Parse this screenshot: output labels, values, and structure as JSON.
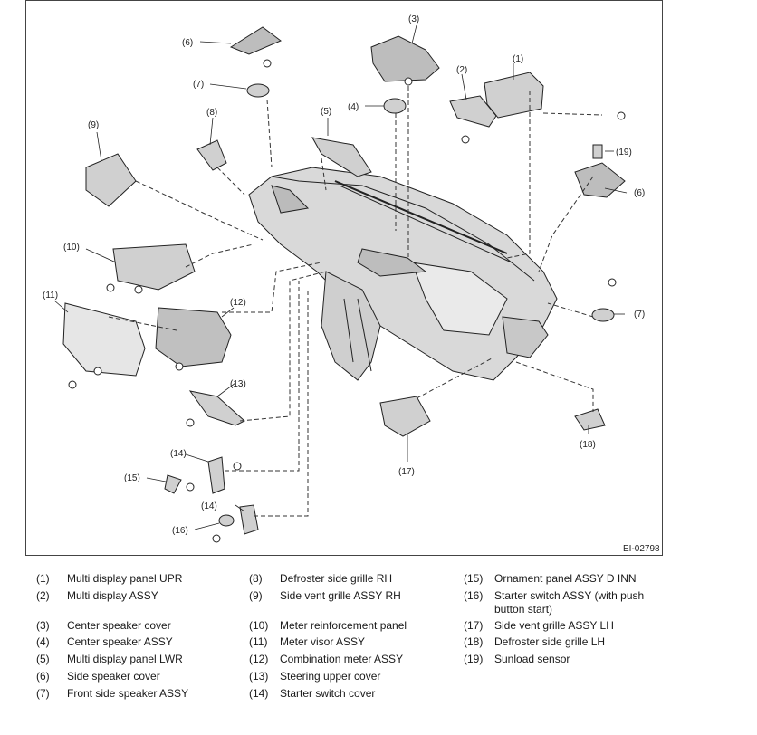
{
  "figure_id": "EI-02798",
  "callouts": [
    {
      "id": "c1",
      "label": "(1)"
    },
    {
      "id": "c2",
      "label": "(2)"
    },
    {
      "id": "c3",
      "label": "(3)"
    },
    {
      "id": "c4",
      "label": "(4)"
    },
    {
      "id": "c5",
      "label": "(5)"
    },
    {
      "id": "c6a",
      "label": "(6)"
    },
    {
      "id": "c6b",
      "label": "(6)"
    },
    {
      "id": "c7a",
      "label": "(7)"
    },
    {
      "id": "c7b",
      "label": "(7)"
    },
    {
      "id": "c8",
      "label": "(8)"
    },
    {
      "id": "c9",
      "label": "(9)"
    },
    {
      "id": "c10",
      "label": "(10)"
    },
    {
      "id": "c11",
      "label": "(11)"
    },
    {
      "id": "c12",
      "label": "(12)"
    },
    {
      "id": "c13",
      "label": "(13)"
    },
    {
      "id": "c14a",
      "label": "(14)"
    },
    {
      "id": "c14b",
      "label": "(14)"
    },
    {
      "id": "c15",
      "label": "(15)"
    },
    {
      "id": "c16",
      "label": "(16)"
    },
    {
      "id": "c17",
      "label": "(17)"
    },
    {
      "id": "c18",
      "label": "(18)"
    },
    {
      "id": "c19",
      "label": "(19)"
    }
  ],
  "legend": [
    {
      "num": "(1)",
      "text": "Multi display panel UPR"
    },
    {
      "num": "(2)",
      "text": "Multi display ASSY"
    },
    {
      "num": "(3)",
      "text": "Center speaker cover"
    },
    {
      "num": "(4)",
      "text": "Center speaker ASSY"
    },
    {
      "num": "(5)",
      "text": "Multi display panel LWR"
    },
    {
      "num": "(6)",
      "text": "Side speaker cover"
    },
    {
      "num": "(7)",
      "text": "Front side speaker ASSY"
    },
    {
      "num": "(8)",
      "text": "Defroster side grille RH"
    },
    {
      "num": "(9)",
      "text": "Side vent grille ASSY RH"
    },
    {
      "num": "(10)",
      "text": "Meter reinforcement panel"
    },
    {
      "num": "(11)",
      "text": "Meter visor ASSY"
    },
    {
      "num": "(12)",
      "text": "Combination meter ASSY"
    },
    {
      "num": "(13)",
      "text": "Steering upper cover"
    },
    {
      "num": "(14)",
      "text": "Starter switch cover"
    },
    {
      "num": "(15)",
      "text": "Ornament panel ASSY D INN"
    },
    {
      "num": "(16)",
      "text": "Starter switch ASSY (with push button start)"
    },
    {
      "num": "(17)",
      "text": "Side vent grille ASSY LH"
    },
    {
      "num": "(18)",
      "text": "Defroster side grille LH"
    },
    {
      "num": "(19)",
      "text": "Sunload sensor"
    }
  ]
}
